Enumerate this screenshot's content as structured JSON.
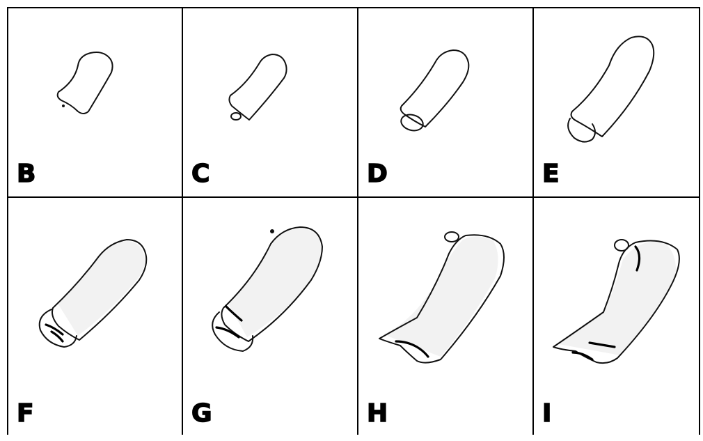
{
  "panels": [
    {
      "label": "B",
      "name": "panel-b"
    },
    {
      "label": "C",
      "name": "panel-c"
    },
    {
      "label": "D",
      "name": "panel-d"
    },
    {
      "label": "E",
      "name": "panel-e"
    },
    {
      "label": "F",
      "name": "panel-f"
    },
    {
      "label": "G",
      "name": "panel-g"
    },
    {
      "label": "H",
      "name": "panel-h"
    },
    {
      "label": "I",
      "name": "panel-i"
    }
  ]
}
